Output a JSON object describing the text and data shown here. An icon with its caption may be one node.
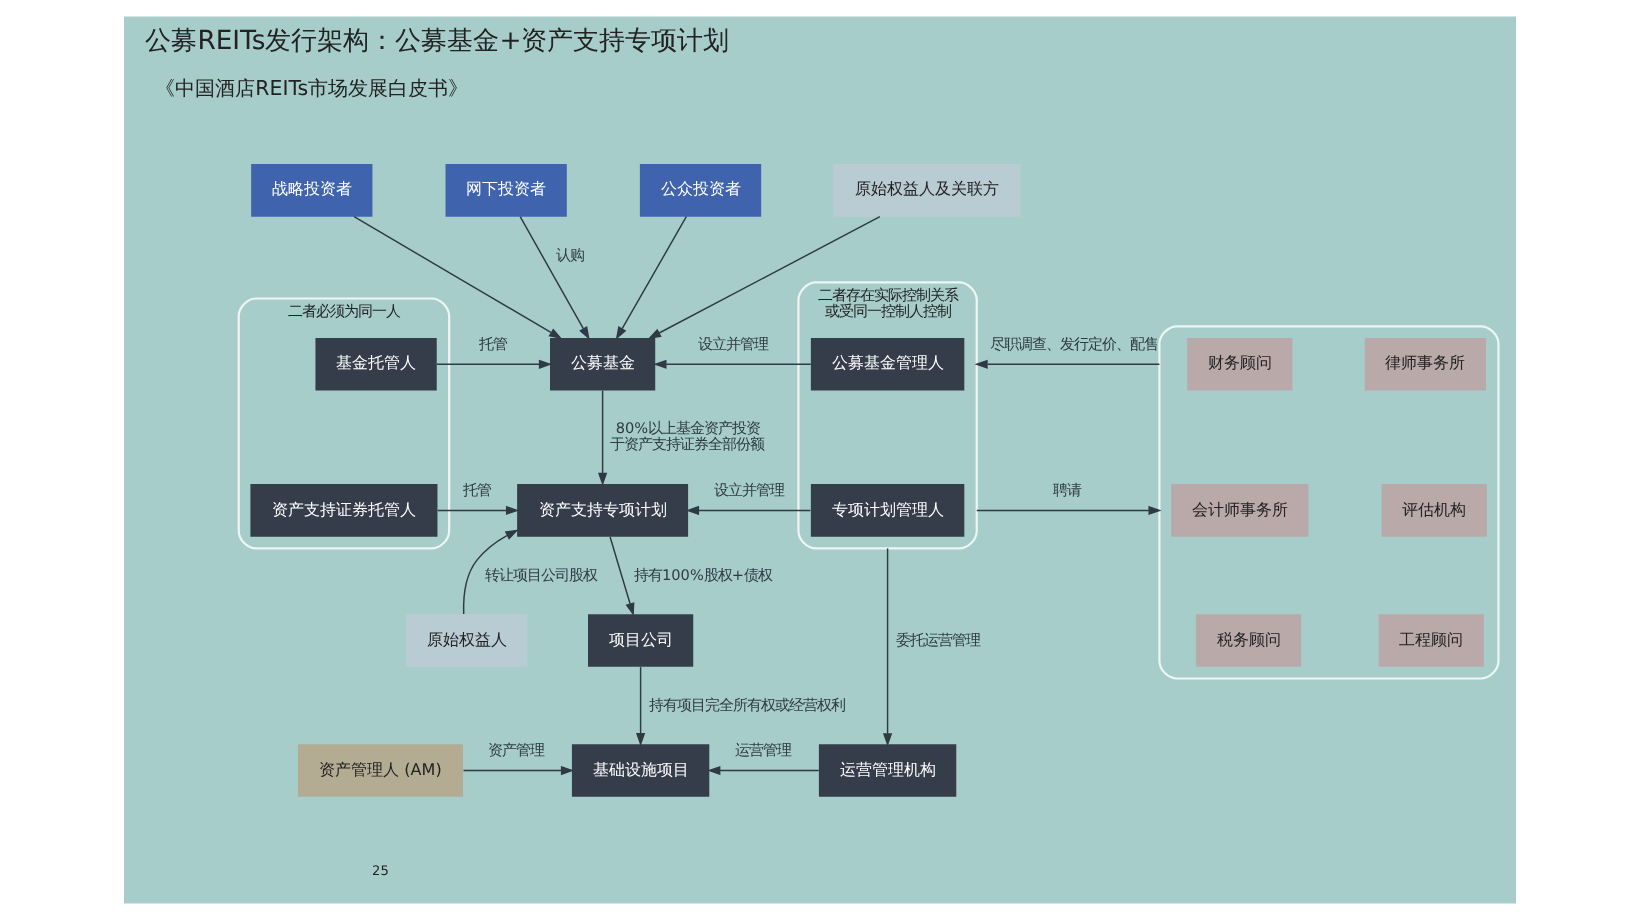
{
  "diagram": {
    "title": "公募REITs发行架构：公募基金+资产支持专项计划",
    "nodes": [
      {
        "text": [
          "战略投资者"
        ]
      },
      {
        "text": [
          "网下投资者"
        ]
      },
      {
        "text": [
          "公众投资者"
        ]
      },
      {
        "text": [
          "原始权益人及关联方"
        ]
      },
      {
        "text": [
          "公募基金"
        ]
      },
      {
        "text": [
          "二者必须为同一人"
        ]
      },
      {
        "text": [
          "基金托管人"
        ],
        "in": 5
      },
      {
        "text": [
          "资产支持证券托管人"
        ],
        "in": 5
      },
      {
        "text": [
          "原始权益人"
        ]
      },
      {
        "text": [
          "资产支持专项计划"
        ]
      },
      {
        "text": [
          "项目公司"
        ]
      },
      {
        "text": [
          "基础设施项目"
        ]
      },
      {
        "text": [
          "二者存在实际控制关系或受同一控制人控制"
        ]
      },
      {
        "text": [
          "公募基金管理人"
        ],
        "in": 12
      },
      {
        "text": [
          "专项计划管理人"
        ],
        "in": 12
      },
      {
        "text": [],
        "shape": "box"
      },
      {
        "text": [
          "财务顾问"
        ],
        "in": 15
      },
      {
        "text": [
          "律师事务所"
        ],
        "in": 15
      },
      {
        "text": [
          "会计师事务所"
        ],
        "in": 15
      },
      {
        "text": [
          "评估机构"
        ],
        "in": 15
      },
      {
        "text": [
          "税务顾问"
        ],
        "in": 15
      },
      {
        "text": [
          "工程顾问"
        ],
        "in": 15
      },
      {
        "text": [
          "资产管理人 (AM)"
        ]
      },
      {
        "text": [
          "运营管理机构"
        ]
      }
    ],
    "edges": [
      {
        "from": 0,
        "to": 4,
        "arrow": "to"
      },
      {
        "from": 1,
        "to": 4,
        "arrow": "to",
        "label": "认购"
      },
      {
        "from": 2,
        "to": 4,
        "arrow": "to"
      },
      {
        "from": 3,
        "to": 4,
        "arrow": "to"
      },
      {
        "from": 6,
        "to": 4,
        "arrow": "to",
        "label": "托管"
      },
      {
        "from": 13,
        "to": 4,
        "arrow": "to",
        "label": "设立并管理"
      },
      {
        "from": 4,
        "to": 9,
        "arrow": "to",
        "label": "80%以上基金资产投资于资产支持证券全部份额"
      },
      {
        "from": 7,
        "to": 9,
        "arrow": "to",
        "label": "托管"
      },
      {
        "from": 8,
        "to": 9,
        "arrow": "to",
        "label": "转让项目公司股权"
      },
      {
        "from": 14,
        "to": 9,
        "arrow": "to",
        "label": "设立并管理"
      },
      {
        "from": 9,
        "to": 10,
        "arrow": "to",
        "label": "持有100%股权+债权"
      },
      {
        "from": 10,
        "to": 11,
        "arrow": "to",
        "label": "持有项目完全所有权或经营权利"
      },
      {
        "from": 15,
        "to": 12,
        "arrow": "to",
        "label": "尽职调查、发行定价、配售"
      },
      {
        "from": 12,
        "to": 15,
        "arrow": "to",
        "label": "聘请"
      },
      {
        "from": 12,
        "to": 23,
        "arrow": "to",
        "label": "委托运营管理"
      },
      {
        "from": 22,
        "to": 11,
        "arrow": "to",
        "label": "资产管理"
      },
      {
        "from": 23,
        "to": 11,
        "arrow": "to",
        "label": "运营管理"
      }
    ],
    "labels": [
      "《中国酒店REITs市场发展白皮书》",
      "25"
    ]
  }
}
